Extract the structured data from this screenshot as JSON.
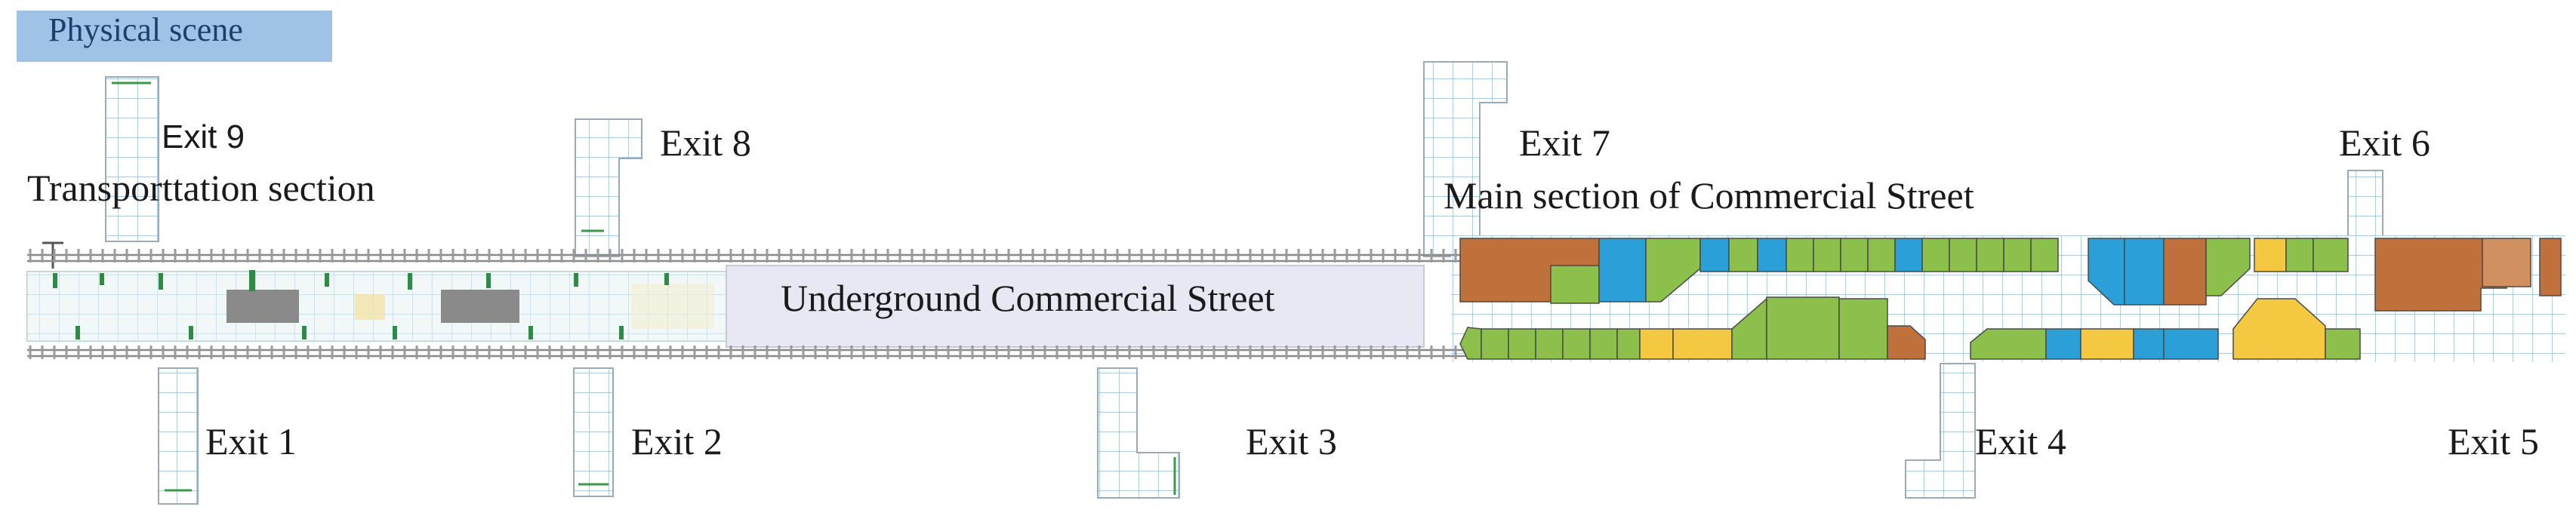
{
  "header": {
    "title": "Physical scene"
  },
  "sections": {
    "transport": "Transporttation section",
    "underground": "Underground Commercial Street",
    "main": "Main section of Commercial Street"
  },
  "exits": {
    "exit1": "Exit 1",
    "exit2": "Exit 2",
    "exit3": "Exit 3",
    "exit4": "Exit 4",
    "exit5": "Exit 5",
    "exit6": "Exit 6",
    "exit7": "Exit 7",
    "exit8": "Exit 8",
    "exit9": "Exit 9"
  },
  "colors": {
    "orange": "#c0703a",
    "blue": "#2a9fd8",
    "green": "#8cc04a",
    "yellow": "#f5c842",
    "grid": "#8fb8d8",
    "underground_fill": "#e8e8f4",
    "rail": "#8a8a8a"
  }
}
